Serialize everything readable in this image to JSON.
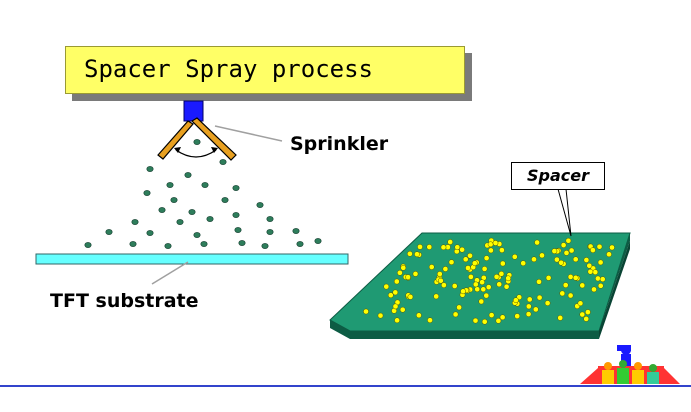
{
  "title": "Spacer Spray process",
  "labels": {
    "sprinkler": "Sprinkler",
    "tft_substrate": "TFT substrate",
    "spacer": "Spacer"
  },
  "colors": {
    "title_fill": "#ffff66",
    "substrate": "#66ffff",
    "panel_top": "#1f9a73",
    "spacer_dot": "#ffff00",
    "droplet": "#2e7d5b",
    "nozzle_head": "#1a1aff",
    "nozzle_arm": "#e8a020",
    "footer_rule": "#3344cc"
  },
  "icons": [
    "sprinkler-nozzle-icon",
    "presenter-logo-icon"
  ]
}
